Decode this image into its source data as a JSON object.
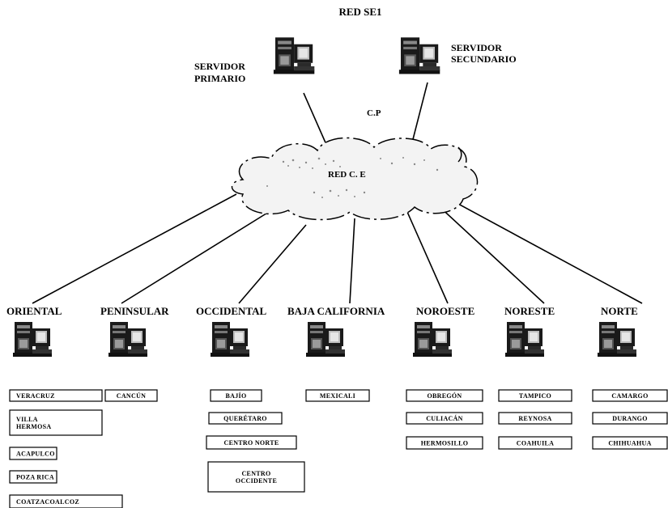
{
  "title": "RED SE1",
  "servers": {
    "primary": {
      "label_lines": [
        "SERVIDOR",
        "PRIMARIO"
      ],
      "icon": "computer-icon"
    },
    "secondary": {
      "label_lines": [
        "SERVIDOR",
        "SECUNDARIO"
      ],
      "icon": "computer-icon"
    }
  },
  "cp_label": "C.P",
  "cloud": {
    "label": "RED C. E",
    "icon": "cloud-icon"
  },
  "regions": [
    {
      "id": "oriental",
      "label": "ORIENTAL",
      "offices": [
        [
          "VERACRUZ"
        ],
        [
          "VILLA",
          "HERMOSA"
        ],
        [
          "ACAPULCO"
        ],
        [
          "POZA RICA"
        ],
        [
          "COATZACOALCOZ"
        ]
      ]
    },
    {
      "id": "peninsular",
      "label": "PENINSULAR",
      "offices": [
        [
          "CANCÚN"
        ]
      ]
    },
    {
      "id": "occidental",
      "label": "OCCIDENTAL",
      "offices": [
        [
          "BAJÍO"
        ],
        [
          "QUERÉTARO"
        ],
        [
          "CENTRO NORTE"
        ],
        [
          "CENTRO",
          "OCCIDENTE"
        ]
      ]
    },
    {
      "id": "baja-california",
      "label": "BAJA CALIFORNIA",
      "offices": [
        [
          "MEXICALI"
        ]
      ]
    },
    {
      "id": "noroeste",
      "label": "NOROESTE",
      "offices": [
        [
          "OBREGÓN"
        ],
        [
          "CULIACÁN"
        ],
        [
          "HERMOSILLO"
        ]
      ]
    },
    {
      "id": "noreste",
      "label": "NORESTE",
      "offices": [
        [
          "TAMPICO"
        ],
        [
          "REYNOSA"
        ],
        [
          "COAHUILA"
        ]
      ]
    },
    {
      "id": "norte",
      "label": "NORTE",
      "offices": [
        [
          "CAMARGO"
        ],
        [
          "DURANGO"
        ],
        [
          "CHIHUAHUA"
        ]
      ]
    }
  ]
}
